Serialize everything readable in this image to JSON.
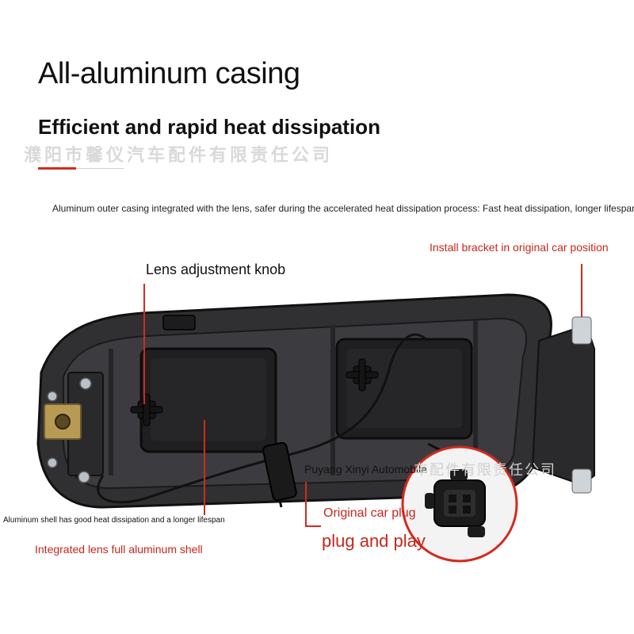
{
  "heading": {
    "title": "All-aluminum casing",
    "subtitle": "Efficient and rapid heat dissipation",
    "description": "Aluminum outer casing integrated with the lens, safer during the accelerated heat dissipation process: Fast heat dissipation, longer lifespan."
  },
  "callouts": {
    "bracket": "Install bracket in original car position",
    "knob": "Lens adjustment knob",
    "shell_note": "Aluminum shell has good heat dissipation and a longer lifespan",
    "shell": "Integrated lens full aluminum shell",
    "plug": "Original car plug",
    "plug_and_play": "plug and play",
    "company": "Puyang Xinyi Automobile"
  },
  "watermarks": {
    "top": "濮阳市馨仪汽车配件有限责任公司",
    "mid": "车配件有限责任公司"
  },
  "colors": {
    "accent_red": "#d32a1e",
    "housing_dark": "#2a2a2c"
  }
}
